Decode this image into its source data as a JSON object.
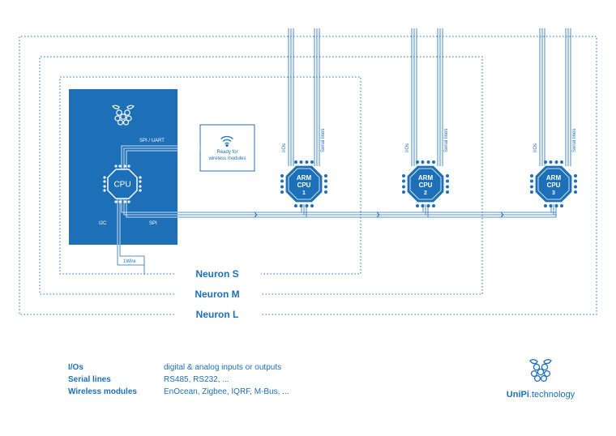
{
  "diagram": {
    "cpu_label": "CPU",
    "spi_uart_label": "SPI / UART",
    "i2c_label": "I2C",
    "spi_label": "SPI",
    "onewire_label": "1Wire",
    "wireless_box": {
      "line1": "Ready for",
      "line2": "wireless modules"
    },
    "io_label": "I/Os",
    "serial_label": "Serial lines",
    "arm_cpus": [
      {
        "line1": "ARM",
        "line2": "CPU",
        "number": "1"
      },
      {
        "line1": "ARM",
        "line2": "CPU",
        "number": "2"
      },
      {
        "line1": "ARM",
        "line2": "CPU",
        "number": "3"
      }
    ],
    "tiers": [
      "Neuron S",
      "Neuron M",
      "Neuron L"
    ]
  },
  "legend": [
    {
      "term": "I/Os",
      "desc": "digital & analog inputs or outputs"
    },
    {
      "term": "Serial lines",
      "desc": "RS485, RS232, ..."
    },
    {
      "term": "Wireless modules",
      "desc": "EnOcean, Zigbee, IQRF, M-Bus, ..."
    }
  ],
  "brand": {
    "name_bold": "UniPi",
    "name_rest": ".technology"
  },
  "colors": {
    "primary": "#1d6fb8",
    "background": "#ffffff"
  }
}
